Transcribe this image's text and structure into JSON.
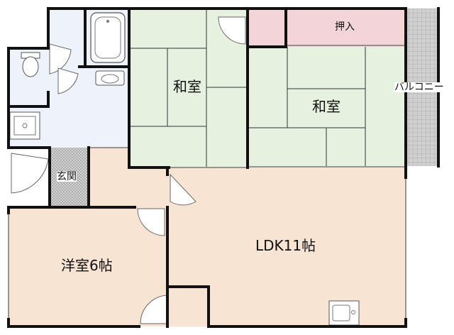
{
  "rooms": {
    "washitsu_left": "和室",
    "washitsu_right": "和室",
    "oshiire": "押入",
    "balcony": "バルコニー",
    "genkan": "玄関",
    "ldk": "LDK11帖",
    "yoshitsu": "洋室6帖"
  },
  "colors": {
    "tatami": "#e6f2df",
    "floor": "#f8e4d3",
    "closet": "#f3d4d9",
    "wet_area": "#eef3fb",
    "tile": "#c9c9c9",
    "wall": "#111111"
  }
}
